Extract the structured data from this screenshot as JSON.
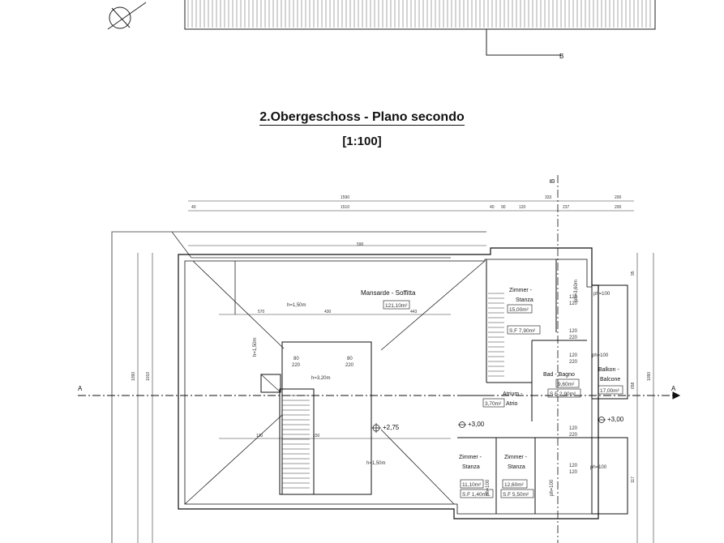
{
  "title": "2.Obergeschoss - Plano secondo",
  "scale": "[1:100]",
  "section_markers": {
    "a_left": "A",
    "a_right": "A",
    "b_top": "B",
    "b_upper": "B"
  },
  "rooms": {
    "mansarde": {
      "name": "Mansarde - Soffitta",
      "area": "121,10m²",
      "height_top": "h=1,50m",
      "height_bottom": "h=1,50m",
      "height_mid": "h=3,20m"
    },
    "zimmer_top": {
      "name1": "Zimmer -",
      "name2": "Stanza",
      "area": "15,00m²",
      "sf": "S.F 7,90m²"
    },
    "bad": {
      "name": "Bad - Bagno",
      "area": "9,60m²",
      "sf": "S.F 2,90m²"
    },
    "balkon": {
      "name1": "Balkon -",
      "name2": "Balcone",
      "area": "17,00m²",
      "ph": "ph=100"
    },
    "atrium": {
      "name1": "Atrium -",
      "name2": "Atrio",
      "area": "3,70m²"
    },
    "zimmer_bl": {
      "name1": "Zimmer -",
      "name2": "Stanza",
      "area": "11,10m²",
      "sf": "S.F 1,40m²"
    },
    "zimmer_bm": {
      "name1": "Zimmer -",
      "name2": "Stanza",
      "area": "12,60m²",
      "sf": "S.F 5,50m²"
    }
  },
  "levels": {
    "main": "+2,75",
    "atrium": "+3,00",
    "right": "+3,00"
  },
  "windows": {
    "w1": "80",
    "w1b": "220",
    "w2": "80",
    "w2b": "220",
    "w3a": "120",
    "w3b": "120",
    "w4a": "120",
    "w4b": "220",
    "w5a": "120",
    "w5b": "220",
    "w6a": "120",
    "w6b": "220",
    "w7a": "120",
    "w7b": "120"
  },
  "ph_labels": {
    "p1": "ph=100",
    "p2": "ph=100",
    "p3": "ph=100",
    "p4": "ph=100",
    "p5": "ph=3,60m"
  },
  "dims_top": {
    "d1": "1590",
    "d2": "333",
    "d3": "200",
    "d4": "1510",
    "d5": "40",
    "d6": "237",
    "d7": "200",
    "d8": "40",
    "d9": "90",
    "d10": "120"
  },
  "dims_inner": {
    "i1": "570",
    "i2": "430",
    "i3": "443",
    "i4": "150",
    "i5": "590",
    "i6": "130"
  },
  "dims_left": {
    "l1": "1090",
    "l2": "1010",
    "l3": "h=1,50m"
  },
  "dims_right": {
    "r1": "1090",
    "r2": "658",
    "r3": "117",
    "r4": "95"
  }
}
